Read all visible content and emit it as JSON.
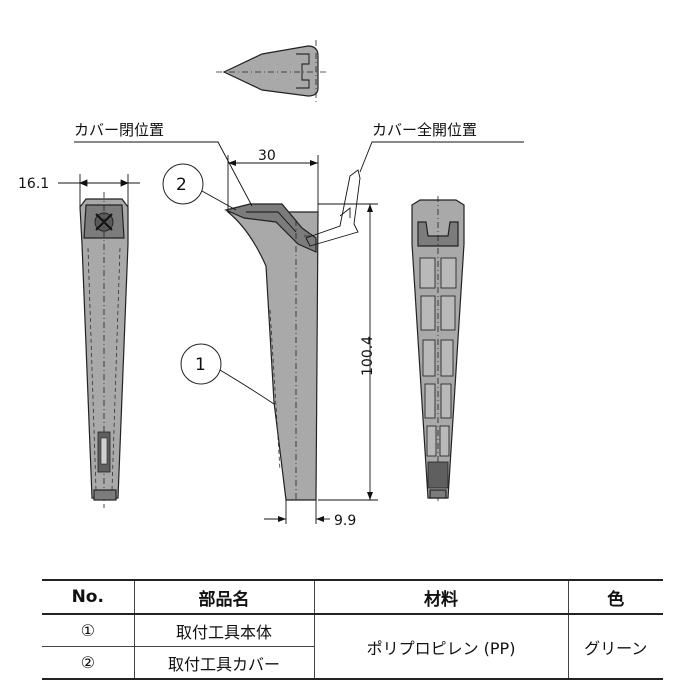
{
  "drawing": {
    "callouts": {
      "cover_closed": "カバー閉位置",
      "cover_fully_open": "カバー全開位置"
    },
    "dimensions": {
      "width_front": "16.1",
      "depth_top": "30",
      "height": "100.4",
      "bottom_offset": "9.9"
    },
    "part_markers": [
      "1",
      "2"
    ]
  },
  "table": {
    "headers": {
      "no": "No.",
      "part_name": "部品名",
      "material": "材料",
      "color": "色"
    },
    "rows": [
      {
        "no": "①",
        "part_name": "取付工具本体"
      },
      {
        "no": "②",
        "part_name": "取付工具カバー"
      }
    ],
    "material": "ポリプロピレン (PP)",
    "color": "グリーン"
  }
}
